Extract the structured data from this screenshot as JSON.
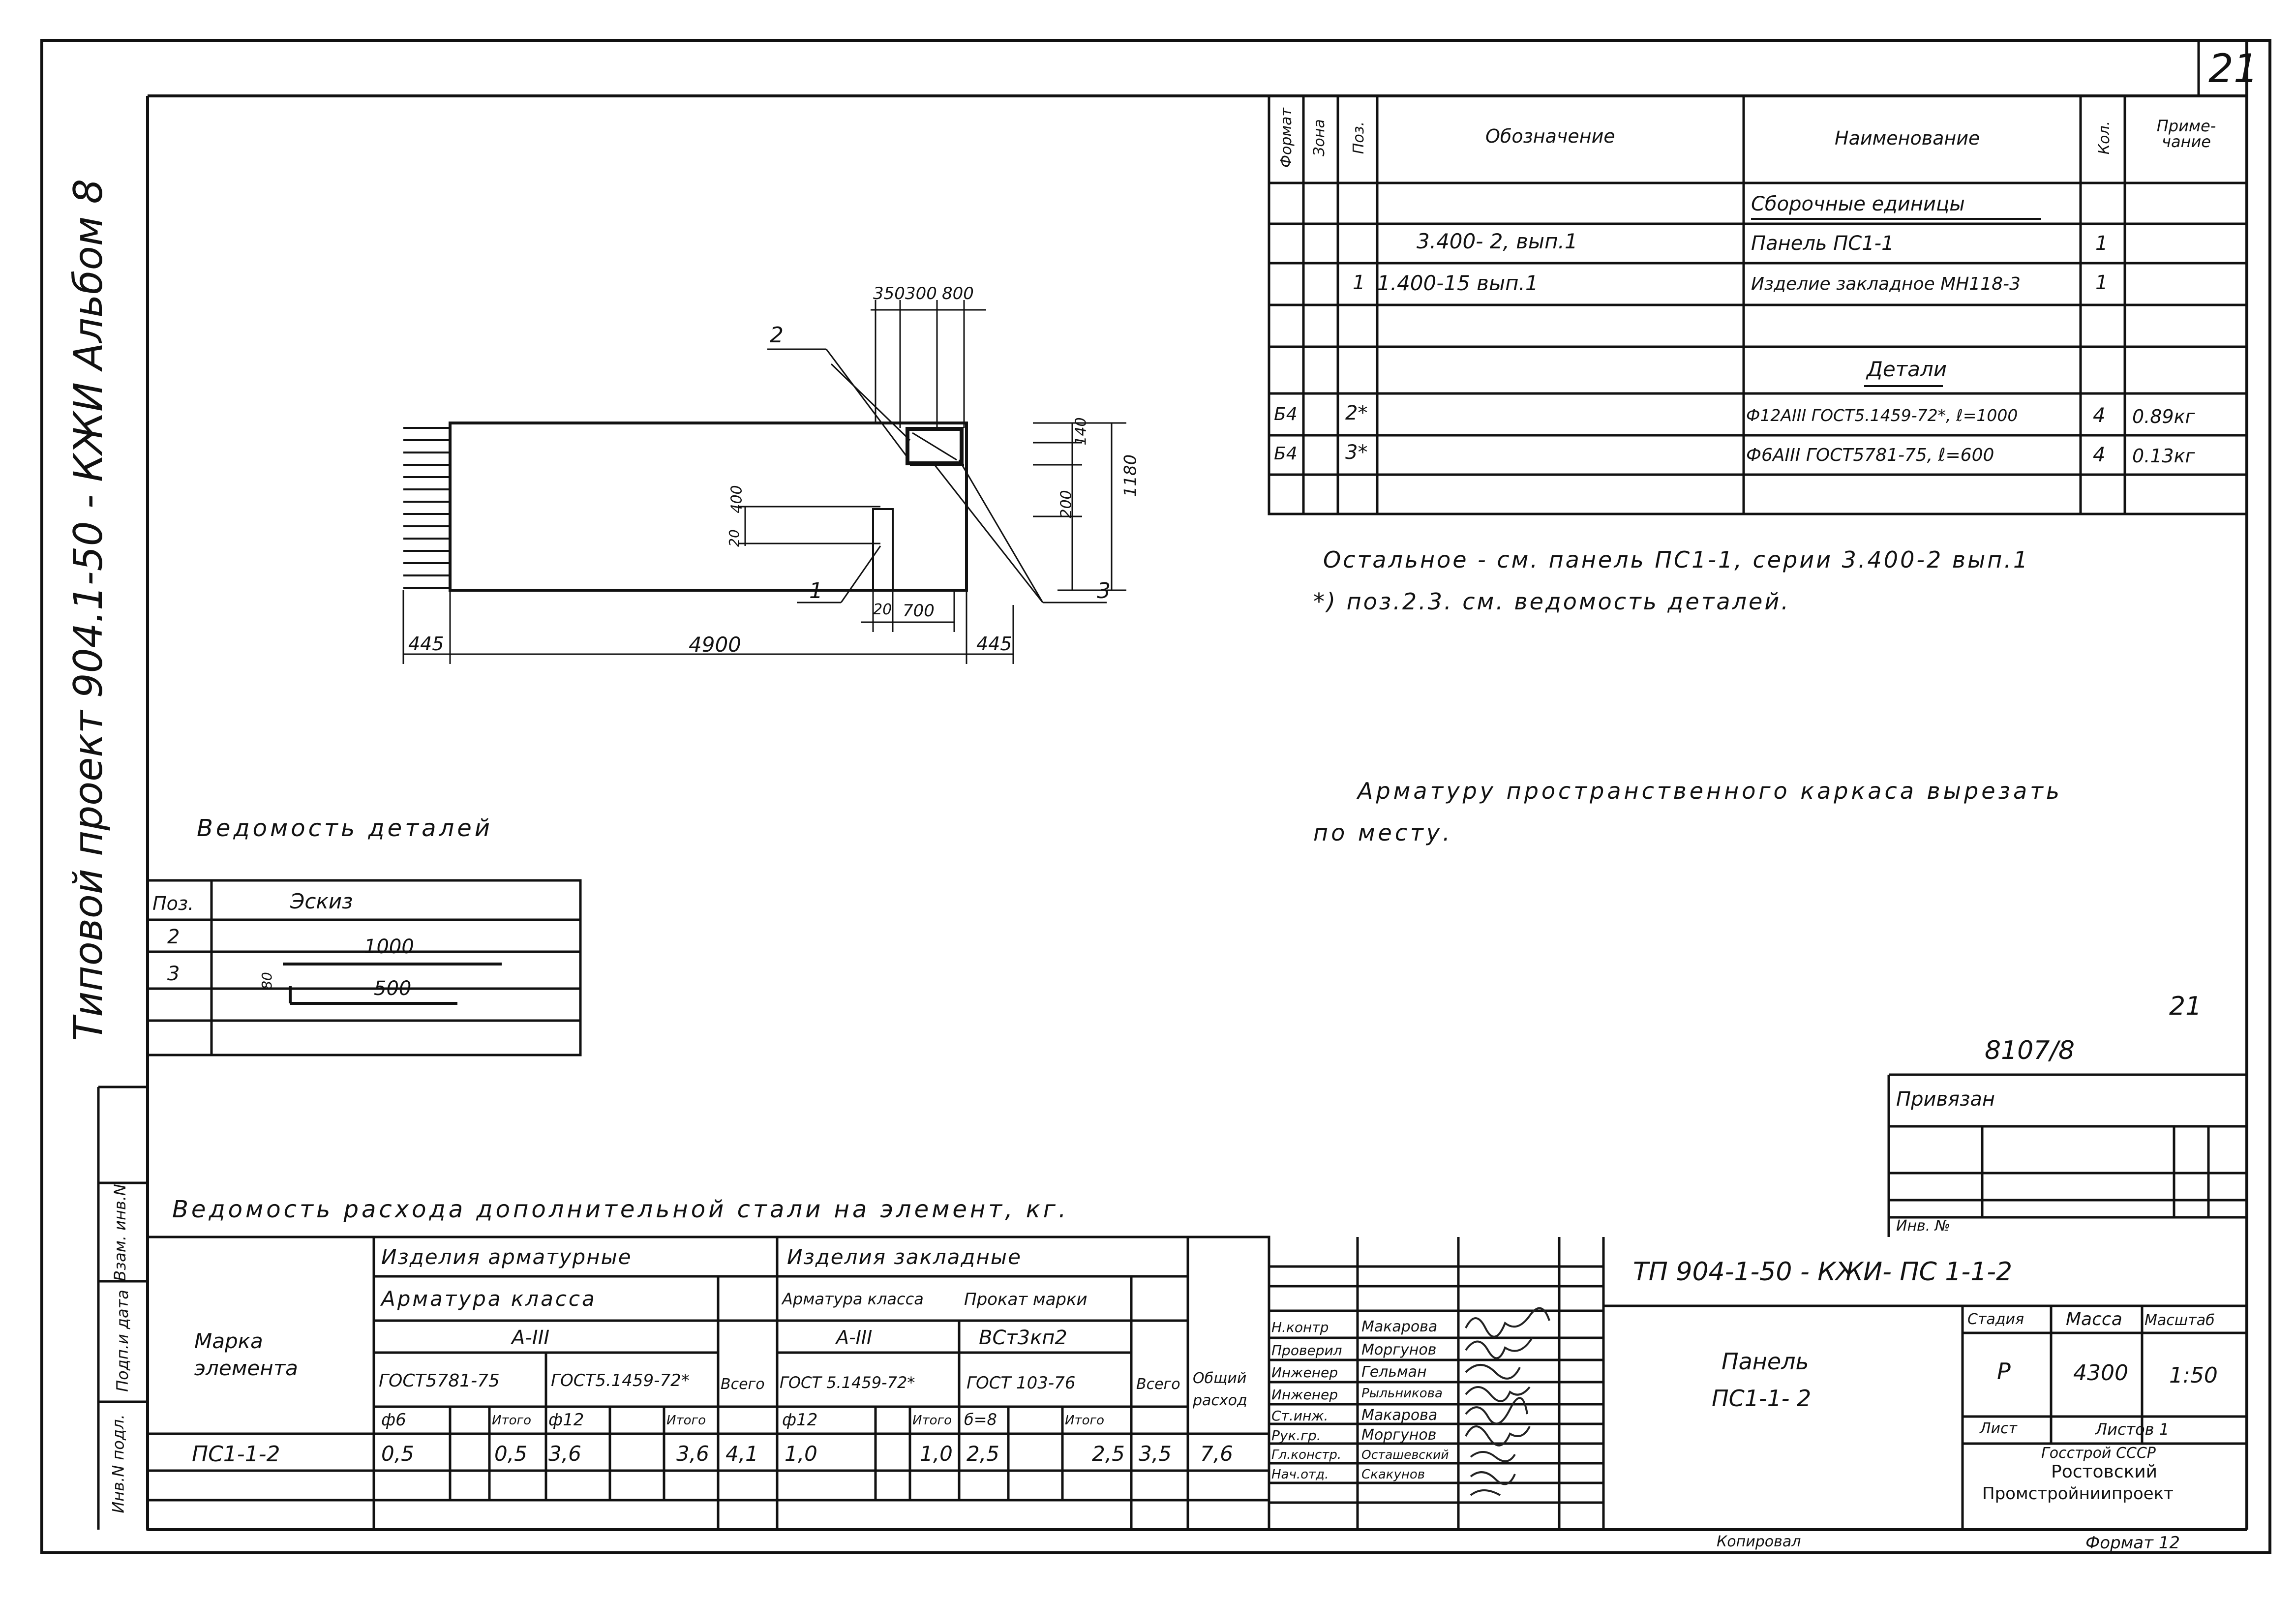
{
  "page_number": "21",
  "side_strip": {
    "title": "Типовой проект 904.1-50 - КЖИ   Альбом 8",
    "sign_labels": [
      "Инв.N подл.",
      "Подп.и дата",
      "Взам. инв.N"
    ]
  },
  "spec_table": {
    "headers": [
      "Формат",
      "Зона",
      "Поз.",
      "Обозначение",
      "Наименование",
      "Кол.",
      "Приме-чание"
    ],
    "rows": [
      {
        "format": "",
        "zone": "",
        "pos": "",
        "designation": "",
        "name": "Сборочные единицы",
        "qty": "",
        "note": ""
      },
      {
        "format": "",
        "zone": "",
        "pos": "",
        "designation": "3.400- 2, вып.1",
        "name": "Панель ПС1-1",
        "qty": "1",
        "note": ""
      },
      {
        "format": "",
        "zone": "",
        "pos": "1",
        "designation": "1.400-15 вып.1",
        "name": "Изделие закладное МН118-3",
        "qty": "1",
        "note": ""
      },
      {
        "format": "",
        "zone": "",
        "pos": "",
        "designation": "",
        "name": "",
        "qty": "",
        "note": ""
      },
      {
        "format": "",
        "zone": "",
        "pos": "",
        "designation": "",
        "name": "Детали",
        "qty": "",
        "note": ""
      },
      {
        "format": "Б4",
        "zone": "",
        "pos": "2*",
        "designation": "",
        "name": "Ф12АIII ГОСТ5.1459-72*, ℓ=1000",
        "qty": "4",
        "note": "0.89кг"
      },
      {
        "format": "Б4",
        "zone": "",
        "pos": "3*",
        "designation": "",
        "name": "Ф6АIII ГОСТ5781-75, ℓ=600",
        "qty": "4",
        "note": "0.13кг"
      }
    ]
  },
  "notes": {
    "line1": "Остальное - см. панель ПС1-1, серии 3.400-2 вып.1",
    "line2": "*) поз.2.3. см. ведомость деталей.",
    "line3": "Арматуру пространственного каркаса вырезать",
    "line4": "по месту."
  },
  "drawing": {
    "dims": {
      "left": "445",
      "middle": "4900",
      "right": "445",
      "top1": "350",
      "top2": "300",
      "top3": "800",
      "h140": "140",
      "h200": "200",
      "h1180": "1180",
      "v400": "400",
      "v20": "20",
      "b20": "20",
      "b700": "700"
    },
    "labels": {
      "pos1": "1",
      "pos2": "2",
      "pos3": "3"
    }
  },
  "details_table": {
    "title": "Ведомость деталей",
    "headers": [
      "Поз.",
      "Эскиз"
    ],
    "rows": [
      {
        "pos": "2",
        "sketch_dim": "1000",
        "hook": ""
      },
      {
        "pos": "3",
        "sketch_dim": "500",
        "hook": "80"
      }
    ]
  },
  "steel_table": {
    "title": "Ведомость расхода дополнительной стали на элемент, кг.",
    "header_mark": "Марка элемента",
    "group1": "Изделия арматурные",
    "group1_sub": "Арматура класса",
    "group1_class": "А-III",
    "group1_std1": "ГОСТ5781-75",
    "group1_std2": "ГОСТ5.1459-72*",
    "group2": "Изделия закладные",
    "group2_sub1": "Арматура класса",
    "group2_class": "А-III",
    "group2_std": "ГОСТ 5.1459-72*",
    "group2_sub2": "Прокат марки",
    "group2_grade": "ВСт3кп2",
    "group2_std2": "ГОСТ 103-76",
    "col_total": "Всего",
    "col_overall": "Общий расход",
    "sub_d6": "ф6",
    "sub_d12": "ф12",
    "sub_d12b": "ф12",
    "sub_d8": "б=8",
    "sub_itogo": "Итого",
    "row": {
      "mark": "ПС1-1-2",
      "d6": "0,5",
      "it1": "0,5",
      "d12": "3,6",
      "it2": "3,6",
      "sum1": "4,1",
      "d12b": "1,0",
      "it3": "1,0",
      "d8": "2,5",
      "it4": "2,5",
      "sum2": "3,5",
      "overall": "7,6"
    }
  },
  "title_block": {
    "code_top": "8107/8",
    "page_repeat": "21",
    "bound": "Привязан",
    "inv": "Инв. №",
    "doc_code": "ТП 904-1-50 - КЖИ- ПС 1-1-2",
    "element_name_1": "Панель",
    "element_name_2": "ПС1-1- 2",
    "stage_label": "Стадия",
    "mass_label": "Масса",
    "scale_label": "Масштаб",
    "stage": "Р",
    "mass": "4300",
    "scale": "1:50",
    "sheet_label": "Лист",
    "sheets_label": "Листов 1",
    "org1": "Госстрой СССР",
    "org2": "Ростовский",
    "org3": "Промстройниипроект",
    "copied": "Копировал",
    "format_label": "Формат 12",
    "staff": [
      {
        "role": "Н.контр",
        "name": "Макарова"
      },
      {
        "role": "Проверил",
        "name": "Моргунов"
      },
      {
        "role": "Инженер",
        "name": "Гельман"
      },
      {
        "role": "Инженер",
        "name": "Рыльникова"
      },
      {
        "role": "Ст.инж.",
        "name": "Макарова"
      },
      {
        "role": "Рук.гр.",
        "name": "Моргунов"
      },
      {
        "role": "Гл.констр.",
        "name": "Осташевский"
      },
      {
        "role": "Нач.отд.",
        "name": "Скакунов"
      }
    ]
  }
}
